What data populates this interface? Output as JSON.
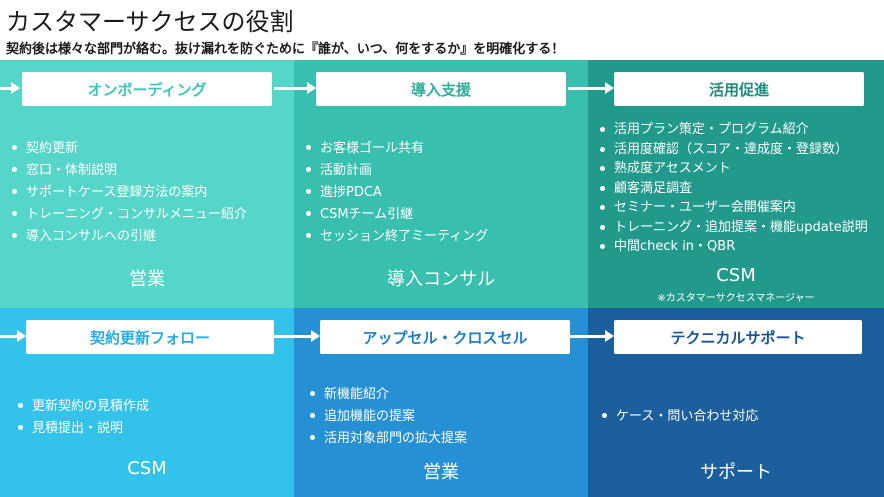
{
  "header": {
    "title": "カスタマーサクセスの役割",
    "subtitle": "契約後は様々な部門が絡む。抜け漏れを防ぐために『誰が、いつ、何をするか』を明確化する！"
  },
  "cells": [
    {
      "label": "オンボーディング",
      "items": [
        "契約更新",
        "窓口・体制説明",
        "サポートケース登録方法の案内",
        "トレーニング・コンサルメニュー紹介",
        "導入コンサルへの引継"
      ],
      "owner": "営業",
      "note": "",
      "bg": "#55d6c9",
      "label_color": "#3ec5b7"
    },
    {
      "label": "導入支援",
      "items": [
        "お客様ゴール共有",
        "活動計画",
        "進捗PDCA",
        "CSMチーム引継",
        "セッション終了ミーティング"
      ],
      "owner": "導入コンサル",
      "note": "",
      "bg": "#39bfae",
      "label_color": "#2fae9e"
    },
    {
      "label": "活用促進",
      "items": [
        "活用プラン策定・プログラム紹介",
        "活用度確認（スコア・達成度・登録数）",
        "熟成度アセスメント",
        "顧客満足調査",
        "セミナー・ユーザー会開催案内",
        "トレーニング・追加提案・機能update説明",
        "中間check in・QBR"
      ],
      "owner": "CSM",
      "note": "※カスタマーサクセスマネージャー",
      "bg": "#219a8b",
      "label_color": "#1d8c7e"
    },
    {
      "label": "契約更新フォロー",
      "items": [
        "更新契約の見積作成",
        "見積提出・説明"
      ],
      "owner": "CSM",
      "note": "",
      "bg": "#33c2ea",
      "label_color": "#25aee0"
    },
    {
      "label": "アップセル・クロスセル",
      "items": [
        "新機能紹介",
        "追加機能の提案",
        "活用対象部門の拡大提案"
      ],
      "owner": "営業",
      "note": "",
      "bg": "#2590d4",
      "label_color": "#1f7fc6"
    },
    {
      "label": "テクニカルサポート",
      "items": [
        "ケース・問い合わせ対応"
      ],
      "owner": "サポート",
      "note": "",
      "bg": "#1b5f9c",
      "label_color": "#175592"
    }
  ]
}
